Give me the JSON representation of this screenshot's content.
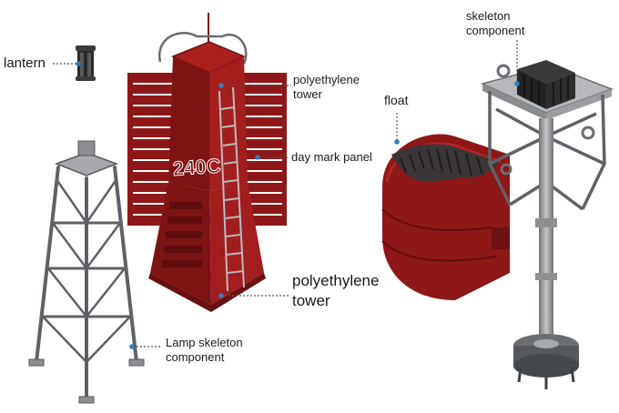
{
  "labels": {
    "lantern": "lantern",
    "poly_tower_top_1": "polyethylene",
    "poly_tower_top_2": "tower",
    "day_mark_panel": "day mark panel",
    "poly_tower_bottom_1": "polyethylene",
    "poly_tower_bottom_2": "tower",
    "lamp_skeleton_1": "Lamp skeleton",
    "lamp_skeleton_2": "component",
    "float": "float",
    "skeleton_1": "skeleton",
    "skeleton_2": "component"
  },
  "markings": {
    "tower_number": "240C"
  },
  "colors": {
    "tower_red": "#9b1b1c",
    "tower_dark": "#6e1112",
    "steel": "#8d8f94",
    "steel_dark": "#55585d",
    "leader_dot": "#2f7fbf"
  }
}
